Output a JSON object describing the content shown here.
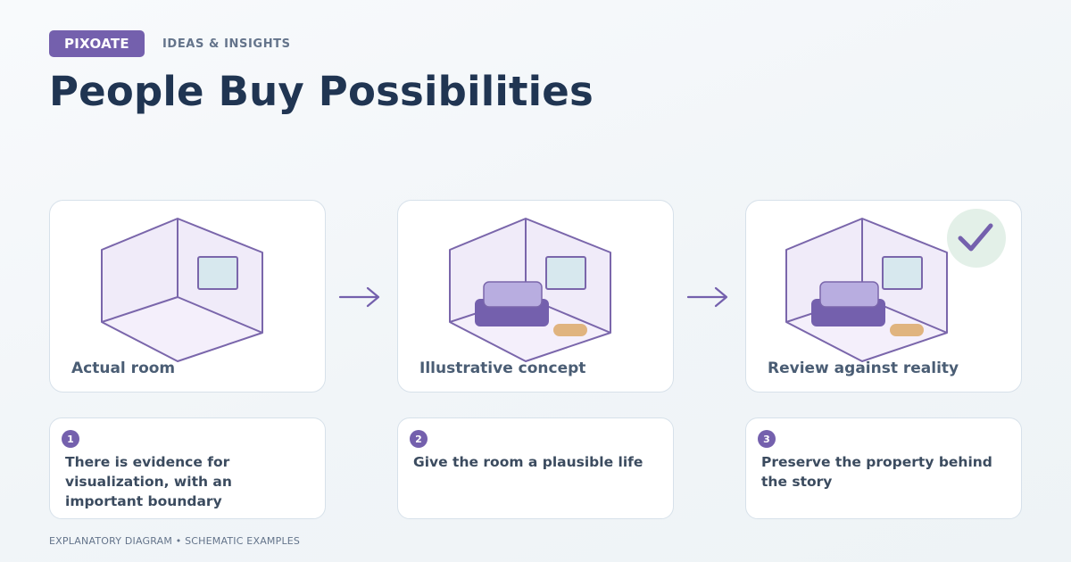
{
  "header": {
    "brand": "PIXOATE",
    "section_label": "IDEAS & INSIGHTS",
    "title": "People Buy Possibilities"
  },
  "colors": {
    "brand_purple": "#7460ad",
    "title_navy": "#203552",
    "room_fill": "#f0ebf9",
    "window_fill": "#d7e8ee",
    "sofa_dark": "#7460ad",
    "sofa_light": "#b8ade0",
    "rug": "#e0b47f",
    "check_bg": "#e3f0e8"
  },
  "panels": [
    {
      "caption": "Actual room",
      "furnished": false,
      "icon": "empty-room-icon"
    },
    {
      "caption": "Illustrative concept",
      "furnished": true,
      "icon": "furnished-room-icon"
    },
    {
      "caption": "Review against reality",
      "furnished": true,
      "icon": "furnished-room-icon",
      "badge_icon": "checkmark-icon"
    }
  ],
  "flow_icons": [
    "arrow-right-icon",
    "arrow-right-icon"
  ],
  "notes": [
    {
      "number": "1",
      "text": "There is evidence for visualization, with an important boundary"
    },
    {
      "number": "2",
      "text": "Give the room a plausible life"
    },
    {
      "number": "3",
      "text": "Preserve the property behind the story"
    }
  ],
  "footer": "EXPLANATORY DIAGRAM • SCHEMATIC EXAMPLES"
}
